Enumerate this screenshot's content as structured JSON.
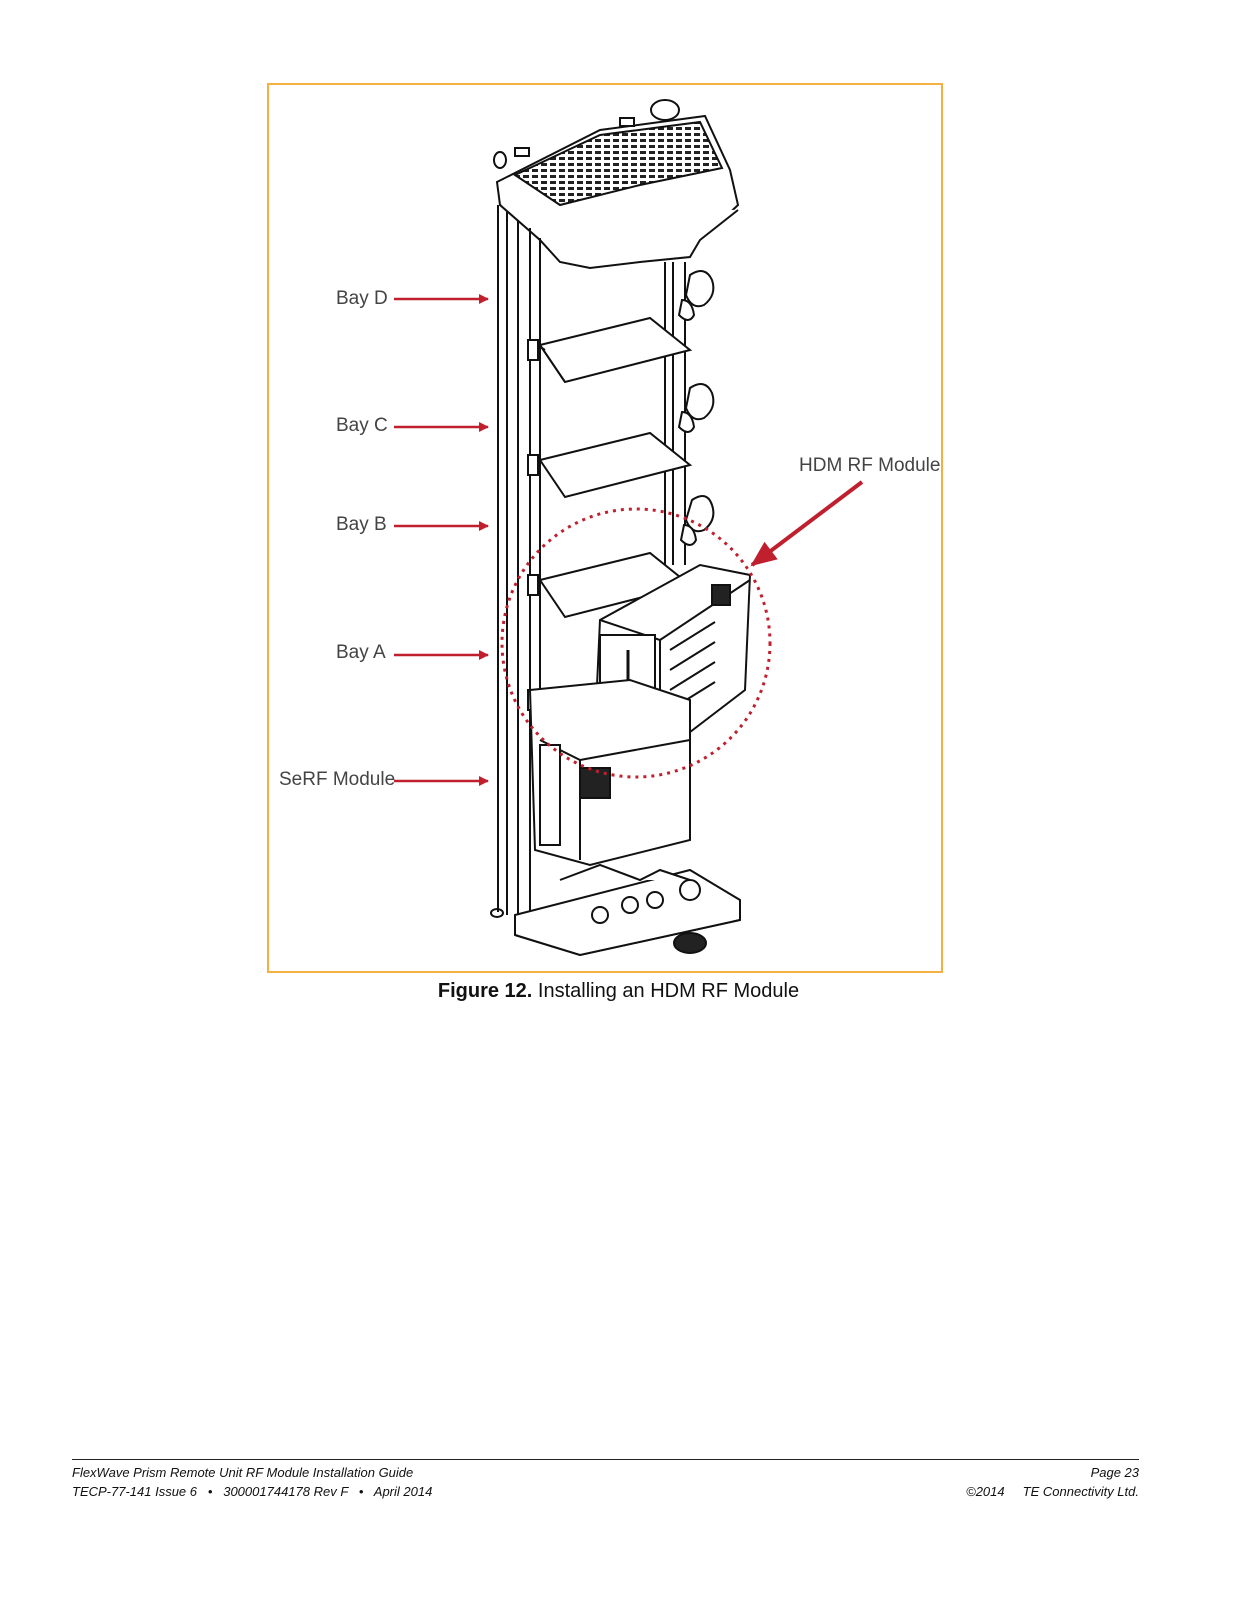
{
  "figure": {
    "callouts": {
      "bay_d": "Bay D",
      "bay_c": "Bay C",
      "bay_b": "Bay B",
      "bay_a": "Bay A",
      "serf_module": "SeRF Module",
      "hdm_rf_module": "HDM RF Module"
    },
    "caption_number": "Figure 12.",
    "caption_text": " Installing an HDM RF Module",
    "colors": {
      "frame": "#f5b041",
      "arrow": "#c0202e",
      "highlight_circle": "#c0202e"
    }
  },
  "footer": {
    "guide_title": "FlexWave Prism Remote Unit RF Module Installation Guide",
    "doc_info": "TECP-77-141 Issue 6   •   300001744178 Rev F   •   April 2014",
    "page": "Page 23",
    "copyright": "©2014     TE Connectivity Ltd."
  }
}
